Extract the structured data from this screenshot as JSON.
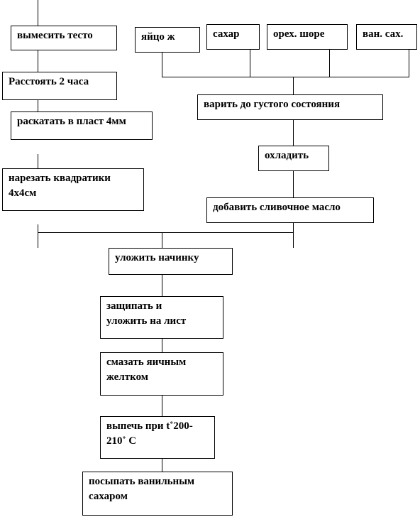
{
  "flowchart": {
    "boxes": {
      "knead_dough": "вымесить тесто",
      "proof_2h": "Расстоять 2 часа",
      "roll_sheet": "раскатать в пласт 4мм",
      "cut_squares": "нарезать квадратики\n4х4см",
      "egg": "яйцо ж",
      "sugar": "сахар",
      "nuts": "орех. шоре",
      "vanilla_sugar": "ван. сах.",
      "cook_thick": "варить до густого состояния",
      "cool": "охладить",
      "add_butter": "добавить сливочное масло",
      "place_filling": "уложить начинку",
      "pinch_place": "защипать и\nуложить на лист",
      "brush_yolk": "смазать яичным\nжелтком",
      "bake": "выпечь при t˚200-\n210˚ С",
      "sprinkle": "посыпать ванильным\nсахаром"
    }
  }
}
